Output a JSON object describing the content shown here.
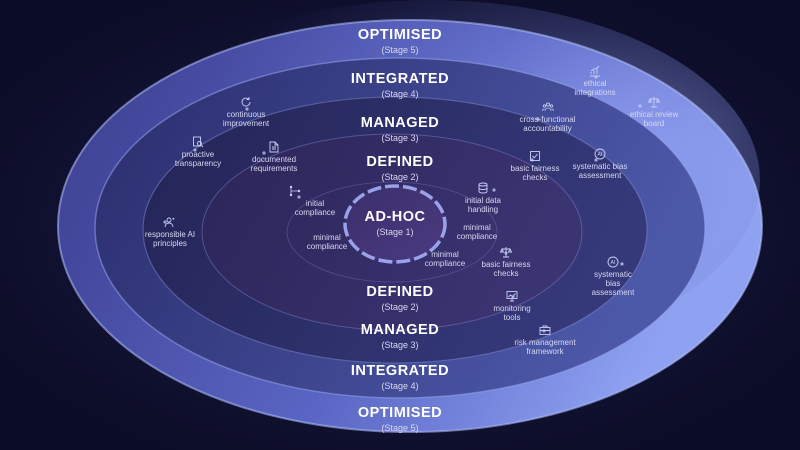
{
  "stages": {
    "optimised_top": {
      "name": "OPTIMISED",
      "stage": "(Stage 5)"
    },
    "integrated_top": {
      "name": "INTEGRATED",
      "stage": "(Stage 4)"
    },
    "managed_top": {
      "name": "MANAGED",
      "stage": "(Stage 3)"
    },
    "defined_top": {
      "name": "DEFINED",
      "stage": "(Stage 2)"
    },
    "adhoc": {
      "name": "AD-HOC",
      "stage": "(Stage 1)"
    },
    "defined_bottom": {
      "name": "DEFINED",
      "stage": "(Stage 2)"
    },
    "managed_bottom": {
      "name": "MANAGED",
      "stage": "(Stage 3)"
    },
    "integrated_bottom": {
      "name": "INTEGRATED",
      "stage": "(Stage 4)"
    },
    "optimised_bottom": {
      "name": "OPTIMISED",
      "stage": "(Stage 5)"
    }
  },
  "nodes": {
    "ethical_integrations": {
      "label": "ethical\nintegrations",
      "icon": "growth-chart-icon"
    },
    "ethical_review_board": {
      "label": "ethical review\nboard",
      "icon": "scales-icon"
    },
    "continuous_improvement": {
      "label": "continuous\nimprovement",
      "icon": "refresh-cycle-icon"
    },
    "cross_functional_accountability": {
      "label": "cross-functional\naccountability",
      "icon": "team-icon"
    },
    "proactive_transparency": {
      "label": "proactive\ntransparency",
      "icon": "search-document-icon"
    },
    "documented_requirements": {
      "label": "documented\nrequirements",
      "icon": "document-icon"
    },
    "basic_fairness_checks_top": {
      "label": "basic fairness\nchecks",
      "icon": "checklist-icon"
    },
    "systematic_bias_assessment_top": {
      "label": "systematic bias\nassessment",
      "icon": "ai-badge-icon"
    },
    "initial_compliance": {
      "label": "initial\ncompliance",
      "icon": "flow-icon"
    },
    "initial_data_handling": {
      "label": "initial data\nhandling",
      "icon": "database-icon"
    },
    "minimal_compliance_left": {
      "label": "minimal\ncompliance",
      "icon": ""
    },
    "minimal_compliance_right": {
      "label": "minimal\ncompliance",
      "icon": ""
    },
    "minimal_compliance_bottom": {
      "label": "minimal\ncompliance",
      "icon": ""
    },
    "responsible_ai_principles": {
      "label": "responsible AI\nprinciples",
      "icon": "ai-person-icon"
    },
    "basic_fairness_checks_bottom": {
      "label": "basic fairness\nchecks",
      "icon": "scales-icon"
    },
    "systematic_bias_assessment_bottom": {
      "label": "systematic\nbias\nassessment",
      "icon": "ai-badge-icon"
    },
    "monitoring_tools": {
      "label": "monitoring\ntools",
      "icon": "monitor-chart-icon"
    },
    "risk_management_framework": {
      "label": "risk management\nframework",
      "icon": "briefcase-icon"
    }
  },
  "colors": {
    "background": "#0f1030",
    "ring_outer": "#5a5fb8",
    "ring_glow": "#8f9cf0",
    "ring_inner": "#27244f",
    "core": "#2e2a5c",
    "accent": "#a9b4ff"
  }
}
